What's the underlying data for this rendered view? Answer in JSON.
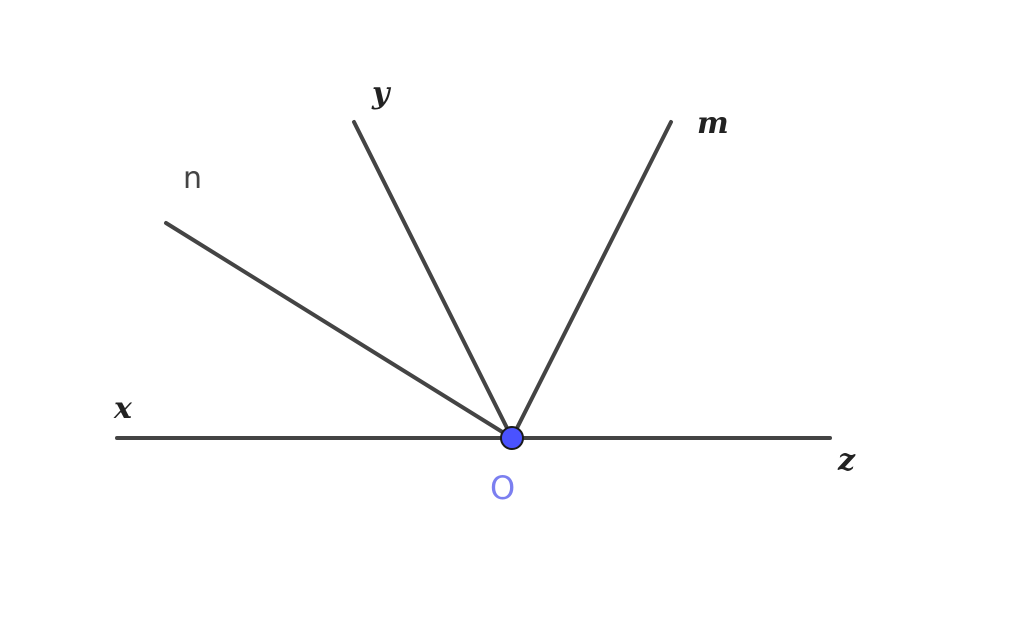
{
  "diagram": {
    "point": {
      "label": "O",
      "fill_color": "#4a52ff",
      "label_color": "#7b7ff0"
    },
    "rays": [
      {
        "key": "x",
        "label": "x"
      },
      {
        "key": "z",
        "label": "z"
      },
      {
        "key": "n",
        "label": "n"
      },
      {
        "key": "y",
        "label": "y"
      },
      {
        "key": "m",
        "label": "m"
      }
    ]
  }
}
